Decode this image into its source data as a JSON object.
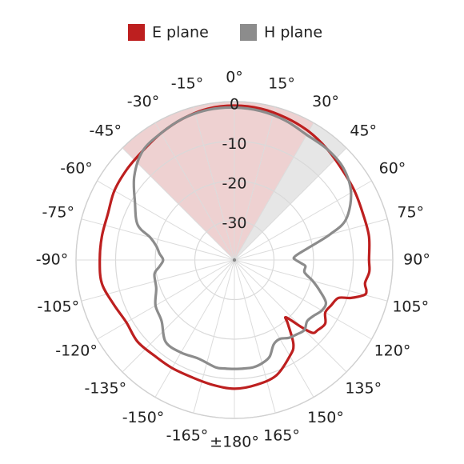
{
  "chart_data": {
    "type": "polar-line",
    "legend": {
      "placement": "top-center",
      "entries": [
        {
          "name": "E plane",
          "color": "#bd1f1f"
        },
        {
          "name": "H plane",
          "color": "#8c8c8c"
        }
      ]
    },
    "angle_ticks": [
      "0°",
      "15°",
      "30°",
      "45°",
      "60°",
      "75°",
      "90°",
      "105°",
      "120°",
      "135°",
      "150°",
      "165°",
      "±180°",
      "-165°",
      "-150°",
      "-135°",
      "-120°",
      "-105°",
      "-90°",
      "-75°",
      "-60°",
      "-45°",
      "-30°",
      "-15°"
    ],
    "angle_tick_values": [
      0,
      15,
      30,
      45,
      60,
      75,
      90,
      105,
      120,
      135,
      150,
      165,
      180,
      -165,
      -150,
      -135,
      -120,
      -105,
      -90,
      -75,
      -60,
      -45,
      -30,
      -15
    ],
    "radial_ticks": [
      "0",
      "-10",
      "-20",
      "-30"
    ],
    "radial_tick_values": [
      0,
      -10,
      -20,
      -30
    ],
    "radial_range": [
      -40,
      0
    ],
    "angle_direction": "clockwise",
    "zero_angle": "top",
    "grid": true,
    "sectors": [
      {
        "series": "E plane",
        "from": -45,
        "to": 30,
        "color": "#e8c2c2"
      },
      {
        "series": "H plane",
        "from": 30,
        "to": 45,
        "color": "#dedede"
      }
    ],
    "series": [
      {
        "name": "E plane",
        "color": "#bd1f1f",
        "angles": [
          0,
          10,
          20,
          30,
          40,
          50,
          60,
          70,
          80,
          90,
          95,
          100,
          103,
          105,
          108,
          110,
          115,
          120,
          125,
          130,
          133,
          135,
          138,
          140,
          145,
          150,
          160,
          170,
          180,
          -170,
          -160,
          -150,
          -140,
          -130,
          -120,
          -110,
          -100,
          -90,
          -80,
          -70,
          -60,
          -50,
          -40,
          -30,
          -20,
          -10
        ],
        "values": [
          -1,
          -1.2,
          -1.8,
          -2.5,
          -3.5,
          -4.5,
          -5,
          -5.5,
          -5.5,
          -6,
          -5.8,
          -6.5,
          -5.8,
          -6,
          -9,
          -12,
          -13,
          -13.5,
          -12,
          -12.5,
          -13,
          -16,
          -20.5,
          -19,
          -14,
          -12,
          -9,
          -8,
          -7.5,
          -8,
          -8.5,
          -8.5,
          -8.5,
          -8,
          -8.5,
          -7.5,
          -6,
          -6,
          -6,
          -6,
          -5,
          -4.5,
          -4,
          -3,
          -2,
          -1.2
        ]
      },
      {
        "name": "H plane",
        "color": "#8c8c8c",
        "angles": [
          0,
          10,
          20,
          30,
          40,
          50,
          60,
          70,
          75,
          80,
          85,
          88,
          90,
          93,
          95,
          100,
          105,
          110,
          115,
          120,
          125,
          130,
          135,
          140,
          145,
          150,
          155,
          160,
          165,
          170,
          175,
          180,
          -175,
          -170,
          -160,
          -150,
          -140,
          -130,
          -120,
          -110,
          -100,
          -95,
          -90,
          -85,
          -80,
          -75,
          -70,
          -60,
          -50,
          -40,
          -30,
          -20,
          -10
        ],
        "values": [
          -1.5,
          -1.8,
          -2.5,
          -3.5,
          -3.5,
          -4,
          -6,
          -10,
          -15,
          -20.5,
          -24,
          -25,
          -24.5,
          -23,
          -22,
          -22,
          -19.5,
          -17,
          -14.5,
          -14.5,
          -15.5,
          -16,
          -15,
          -15.5,
          -16,
          -17,
          -16.5,
          -14,
          -13,
          -12.5,
          -12.5,
          -12.5,
          -12.5,
          -12.5,
          -13.5,
          -13,
          -13,
          -16,
          -17,
          -19,
          -19.5,
          -21,
          -22,
          -21,
          -20,
          -18,
          -14,
          -11,
          -7,
          -4,
          -3,
          -2,
          -1.5
        ]
      }
    ]
  }
}
